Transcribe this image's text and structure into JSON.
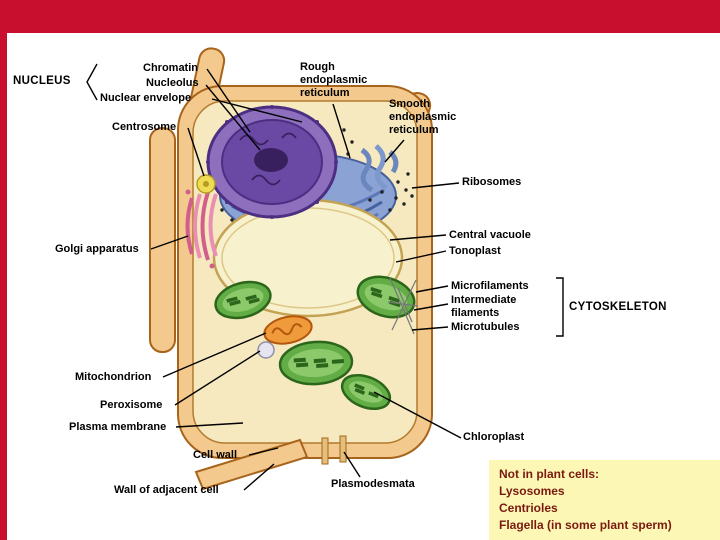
{
  "colors": {
    "top_bar": "#c8102e",
    "left_bar": "#c8102e",
    "note_bg": "#fcf7b5",
    "note_text": "#7a1a10",
    "cell_wall_tan": "#f3c98d",
    "cytoplasm_cream": "#f6e9c0",
    "nucleus_purple": "#8d6fbe",
    "er_blue": "#8aa2d4",
    "chloroplast_green": "#63ad46",
    "golgi_pink": "#e88fb3",
    "mitochondrion_orange": "#ef9b3c"
  },
  "labels": {
    "nucleus": "NUCLEUS",
    "chromatin": "Chromatin",
    "nucleolus": "Nucleolus",
    "nuclear_envelope": "Nuclear envelope",
    "centrosome": "Centrosome",
    "rough_er": "Rough\nendoplasmic\nreticulum",
    "smooth_er": "Smooth\nendoplasmic\nreticulum",
    "ribosomes": "Ribosomes",
    "central_vacuole": "Central vacuole",
    "tonoplast": "Tonoplast",
    "microfilaments": "Microfilaments",
    "intermediate_filaments": "Intermediate\nfilaments",
    "microtubules": "Microtubules",
    "cytoskeleton": "CYTOSKELETON",
    "golgi_apparatus": "Golgi apparatus",
    "mitochondrion": "Mitochondrion",
    "peroxisome": "Peroxisome",
    "plasma_membrane": "Plasma membrane",
    "cell_wall": "Cell wall",
    "wall_of_adjacent_cell": "Wall of adjacent cell",
    "plasmodesmata": "Plasmodesmata",
    "chloroplast": "Chloroplast"
  },
  "note_box": {
    "title": "Not in plant cells:",
    "items": [
      "Lysosomes",
      "Centrioles",
      "Flagella (in some plant sperm)"
    ]
  }
}
